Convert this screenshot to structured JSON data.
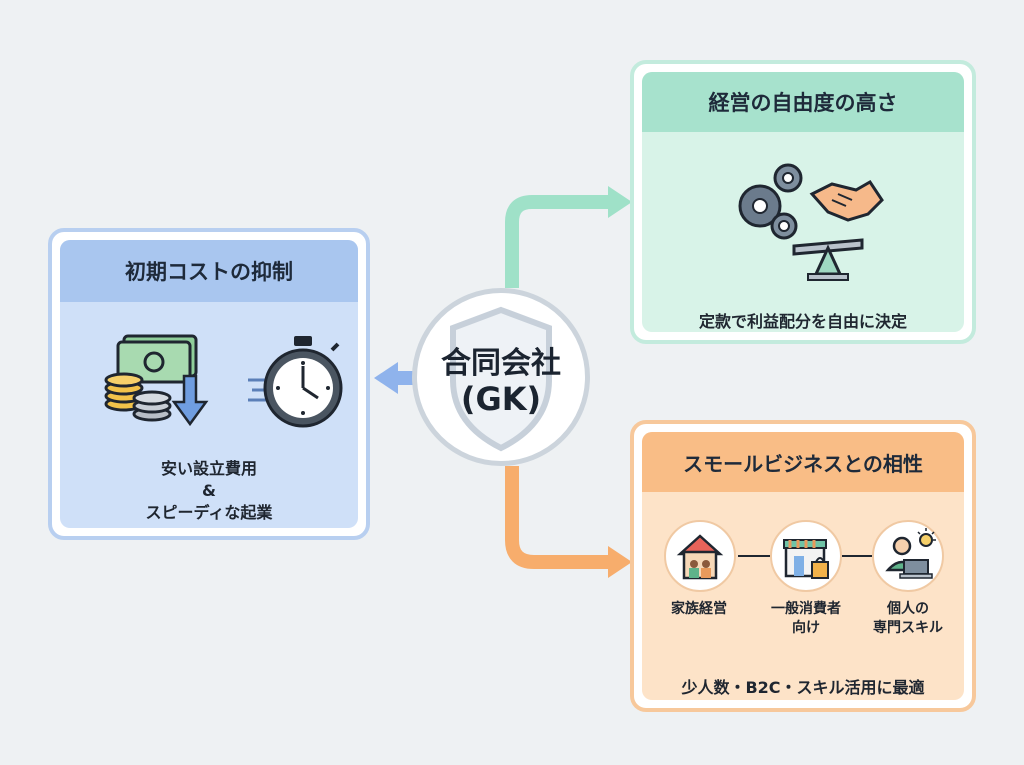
{
  "center": {
    "title": "合同会社",
    "subtitle": "(GK)"
  },
  "cards": {
    "initial_cost": {
      "heading": "初期コストの抑制",
      "caption_line1": "安い設立費用",
      "caption_line2": "&",
      "caption_line3": "スピーディな起業"
    },
    "management": {
      "heading": "経営の自由度の高さ",
      "caption": "定款で利益配分を自由に決定"
    },
    "small_business": {
      "heading": "スモールビジネスとの相性",
      "items": [
        {
          "label": "家族経営"
        },
        {
          "label": "一般消費者",
          "label2": "向け"
        },
        {
          "label": "個人の",
          "label2": "専門スキル"
        }
      ],
      "caption": "少人数・B2C・スキル活用に最適"
    }
  },
  "colors": {
    "blue": "#8fb3ec",
    "green": "#9fe1c8",
    "orange": "#f7ad6c",
    "background": "#eef1f3"
  }
}
